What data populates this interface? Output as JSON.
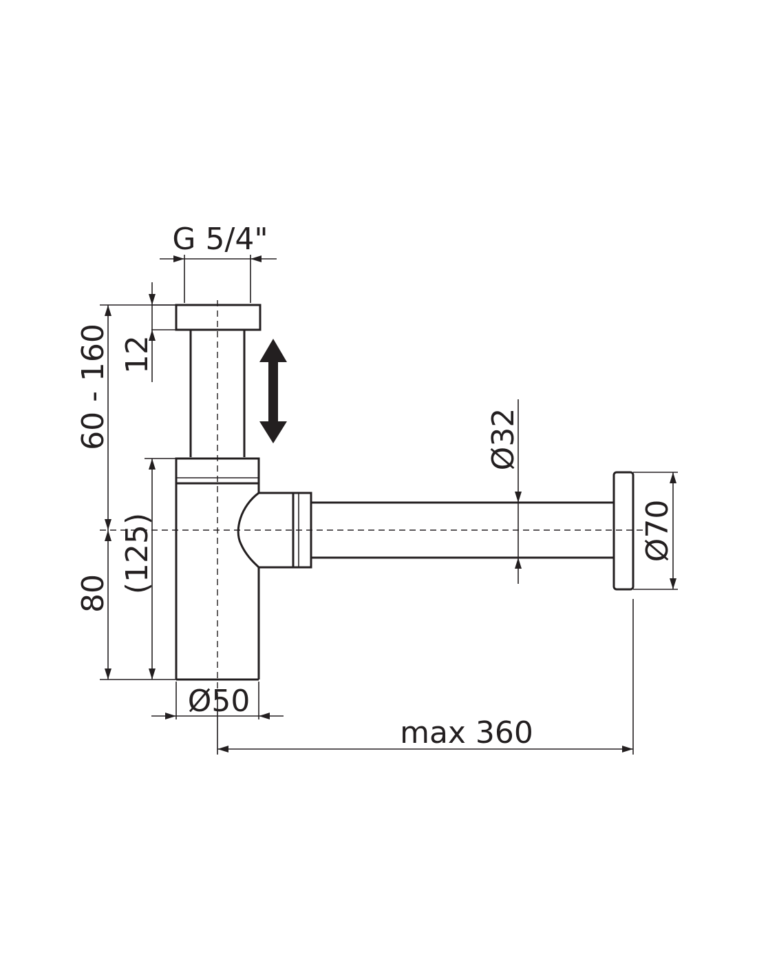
{
  "labels": {
    "thread": "G 5/4\"",
    "height_range": "60 - 160",
    "nut_height": "12",
    "outlet_height": "80",
    "body_height": "(125)",
    "bottle_diameter": "Ø50",
    "outlet_pipe_diameter": "Ø32",
    "wall_flange_diameter": "Ø70",
    "max_length": "max 360"
  },
  "colors": {
    "line": "#231f20",
    "background": "#ffffff"
  }
}
